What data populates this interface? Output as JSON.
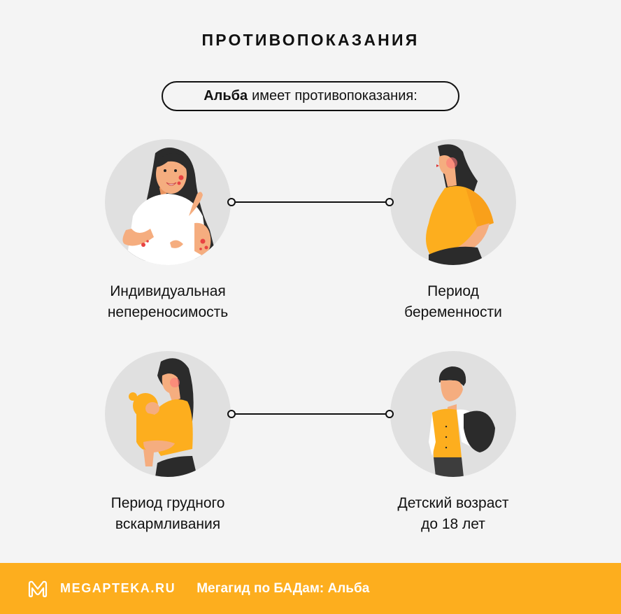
{
  "header": {
    "title": "ПРОТИВОПОКАЗАНИЯ",
    "intro_bold": "Альба",
    "intro_rest": "имеет противопоказания:"
  },
  "items": [
    {
      "line1": "Индивидуальная",
      "line2": "непереносимость",
      "illustration": "woman-allergy-rash-icon"
    },
    {
      "line1": "Период",
      "line2": "беременности",
      "illustration": "pregnant-woman-icon"
    },
    {
      "line1": "Период грудного",
      "line2": "вскармливания",
      "illustration": "mother-holding-baby-icon"
    },
    {
      "line1": "Детский возраст",
      "line2": "до 18 лет",
      "illustration": "schoolboy-backpack-icon"
    }
  ],
  "footer": {
    "brand": "MEGAPTEKA.RU",
    "subtitle": "Мегагид по БАДам: Альба",
    "logo_icon": "megapteka-logo-icon"
  },
  "colors": {
    "background": "#f4f4f4",
    "accent": "#fdae1e",
    "circle": "#e0e0e0",
    "text": "#111111"
  }
}
